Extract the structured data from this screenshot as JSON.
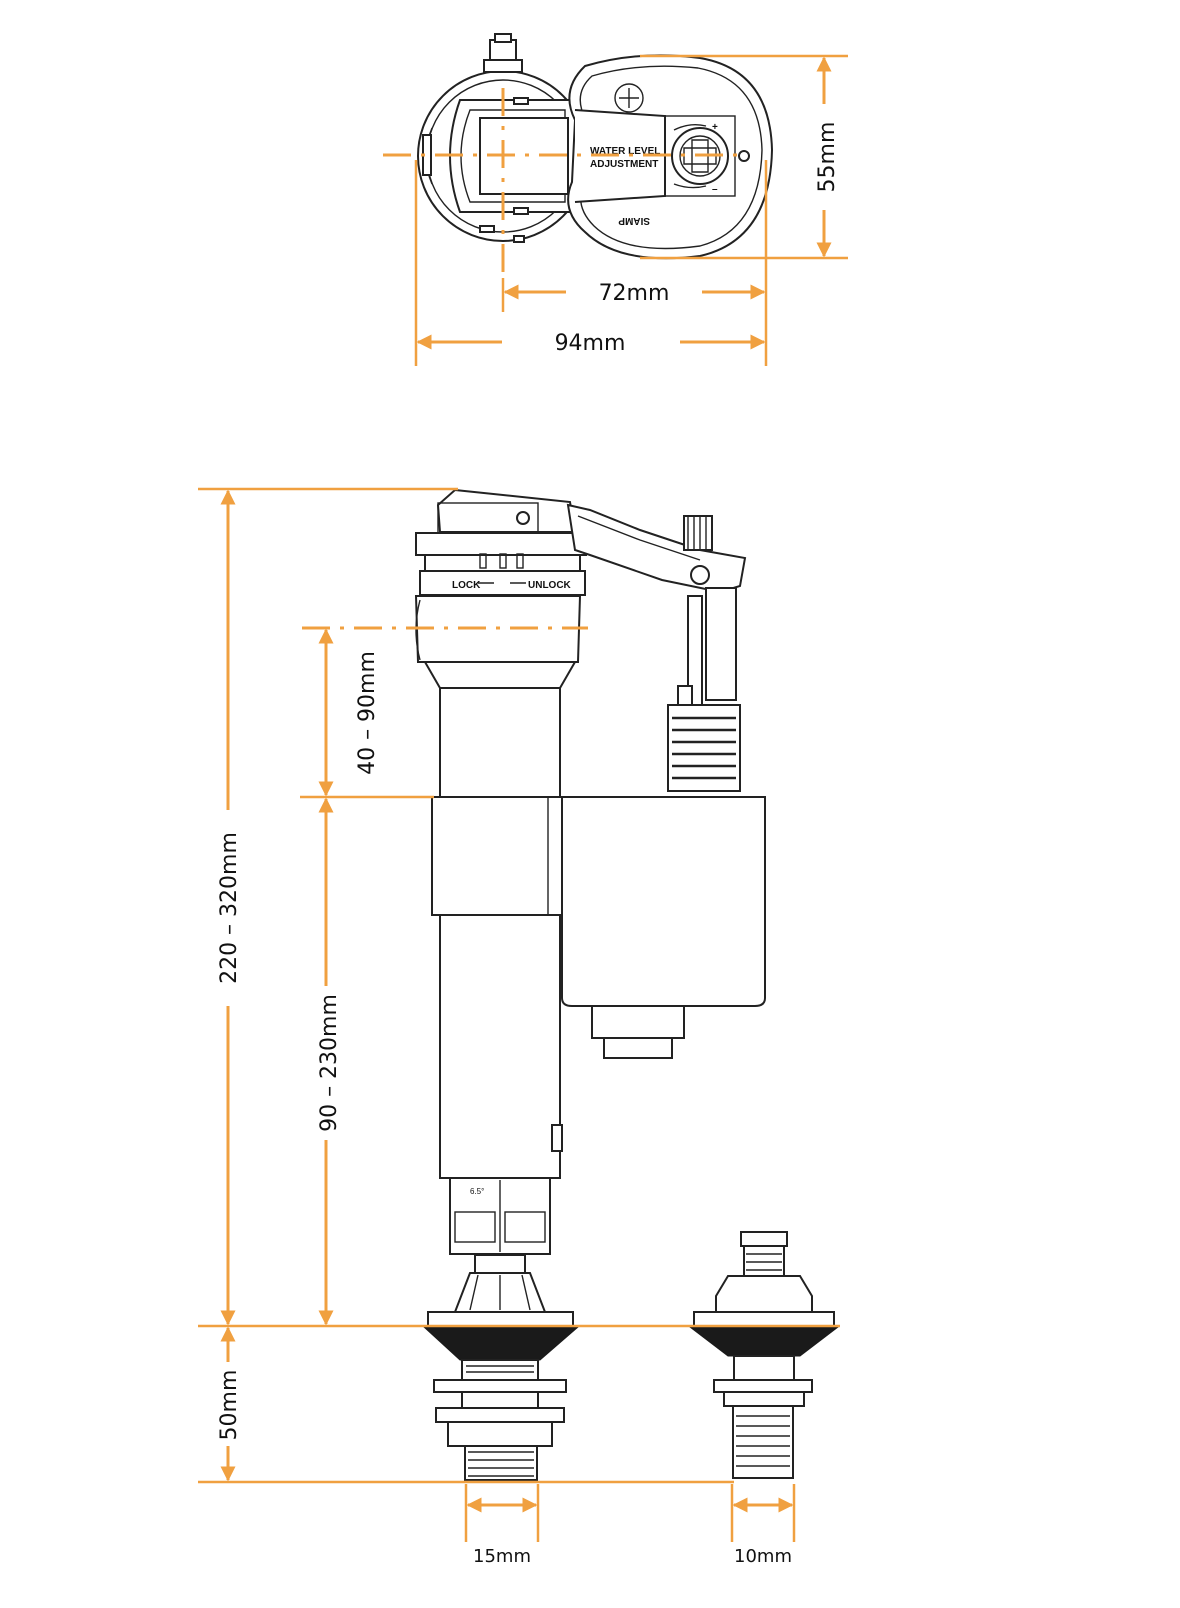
{
  "dimensions": {
    "top_height": "55mm",
    "top_width_inner": "72mm",
    "top_width_outer": "94mm",
    "total_height": "220 – 320mm",
    "upper_adjust": "40 – 90mm",
    "lower_adjust": "90 – 230mm",
    "thread_length": "50mm",
    "inlet_diameter": "15mm",
    "outlet_diameter": "10mm"
  },
  "labels": {
    "water_level": "WATER LEVEL",
    "adjustment": "ADJUSTMENT",
    "lock": "LOCK",
    "unlock": "UNLOCK",
    "brand": "SIAMP",
    "plus": "+",
    "minus": "–",
    "angle": "6.5°"
  },
  "colors": {
    "dimension": "#f0a040",
    "line": "#222222"
  }
}
